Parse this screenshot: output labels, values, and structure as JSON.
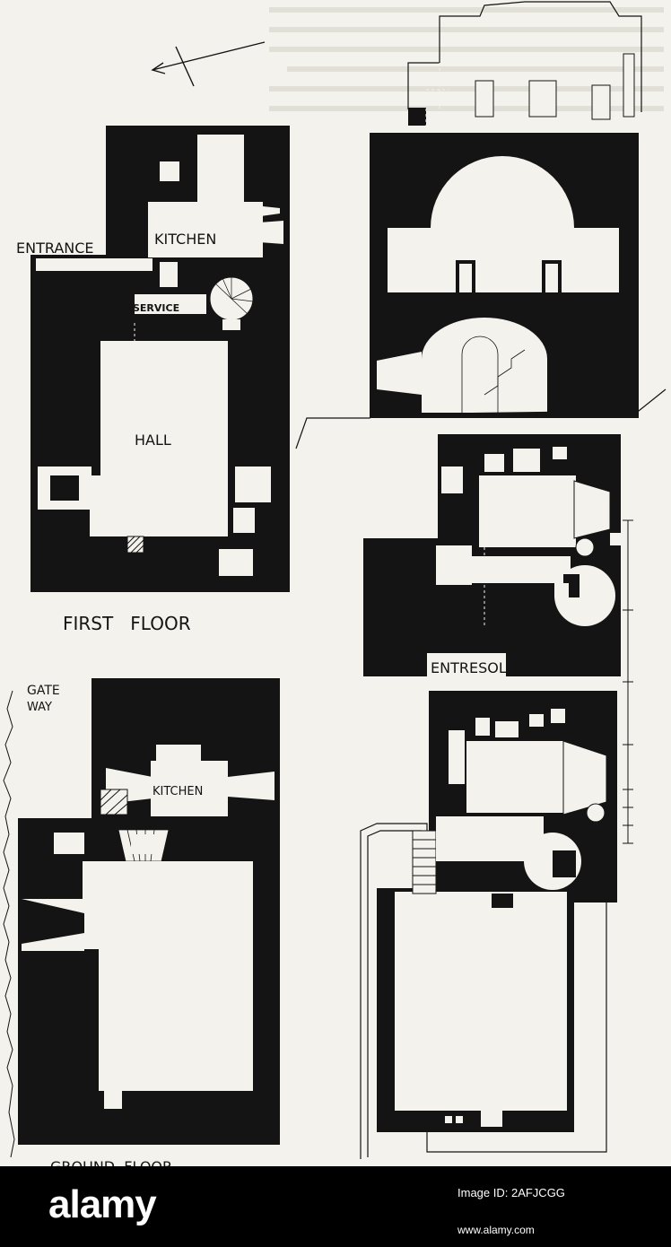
{
  "colors": {
    "paper": "#f4f2ec",
    "ink": "#141414",
    "footer": "#000000",
    "footer_text": "#ffffff"
  },
  "labels": {
    "entrance": "ENTRANCE",
    "kitchen_first": "KITCHEN",
    "service": "SERVICE",
    "hall": "HALL",
    "first_floor": "FIRST   FLOOR",
    "gate_way_1": "GATE",
    "gate_way_2": "WAY",
    "kitchen_ground": "KITCHEN",
    "entresol": "ENTRESOL",
    "ground_floor": "GROUND  FLOOR"
  },
  "stock": {
    "logo": "alamy",
    "image_id_label": "Image ID: 2AFJCGG",
    "url": "www.alamy.com"
  }
}
